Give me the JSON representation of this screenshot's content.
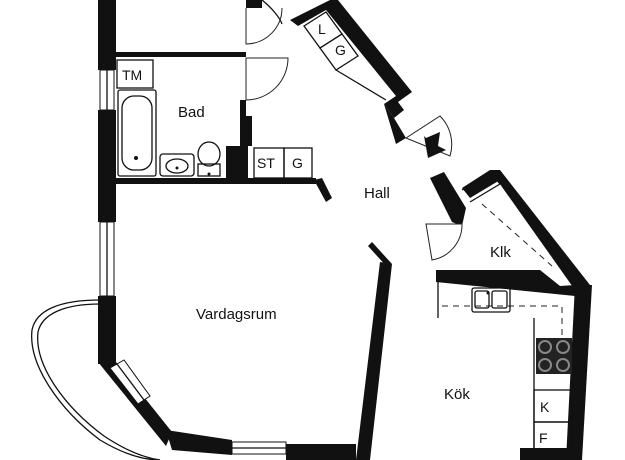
{
  "rooms": {
    "bad": "Bad",
    "hall": "Hall",
    "klk": "Klk",
    "vardagsrum": "Vardagsrum",
    "kok": "Kök"
  },
  "fixtures": {
    "tm": "TM",
    "st": "ST",
    "g_hall": "G",
    "l": "L",
    "g_top": "G",
    "k": "K",
    "f": "F"
  },
  "colors": {
    "wall": "#111111",
    "background": "#ffffff"
  }
}
